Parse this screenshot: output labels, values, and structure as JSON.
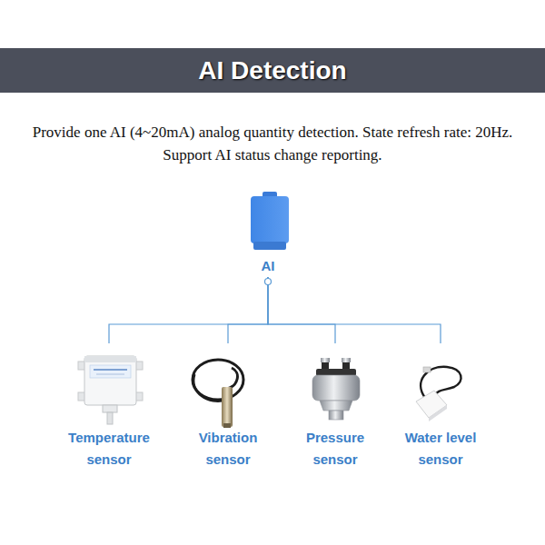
{
  "diagram": {
    "title": "AI Detection",
    "nodes": [
      {
        "text": [
          "AI"
        ]
      },
      {
        "text": [
          "Temperature sensor"
        ]
      },
      {
        "text": [
          "Vibration sensor"
        ]
      },
      {
        "text": [
          "Pressure sensor"
        ]
      },
      {
        "text": [
          "Water level sensor"
        ]
      }
    ],
    "edges": [
      {
        "from": 0,
        "to": 1,
        "arrow": "none"
      },
      {
        "from": 0,
        "to": 2,
        "arrow": "none"
      },
      {
        "from": 0,
        "to": 3,
        "arrow": "none"
      },
      {
        "from": 0,
        "to": 4,
        "arrow": "none"
      }
    ],
    "labels": [
      "Provide one AI (4~20mA) analog quantity detection. State refresh rate: 20Hz. Support AI status change reporting."
    ]
  }
}
